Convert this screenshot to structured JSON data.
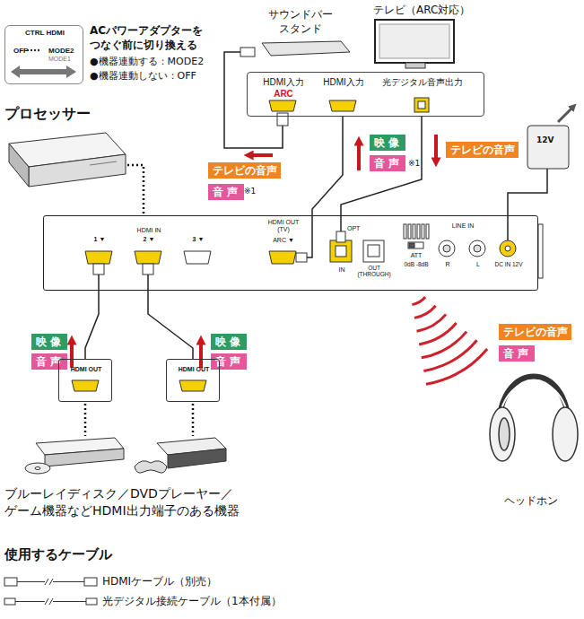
{
  "diagram": {
    "nodes": [
      {
        "text": [
          "CTRL HDMI",
          "OFF",
          "MODE2",
          "MODE1"
        ]
      },
      {
        "text": [
          "HDMI入力",
          "ARC",
          "HDMI入力",
          "光デジタル音声出力"
        ]
      },
      {
        "text": [
          "テレビの音声"
        ]
      },
      {
        "text": [
          "音声"
        ]
      },
      {
        "text": [
          "映像"
        ]
      },
      {
        "text": [
          "音声"
        ]
      },
      {
        "text": [
          "テレビの音声"
        ]
      },
      {
        "text": [
          "1 ▼",
          "HDMI IN",
          "2 ▼",
          "3 ▼",
          "HDMI OUT (TV)",
          "ARC ▼",
          "OPT",
          "IN",
          "OUT (THROUGH)",
          "ATT",
          "0dB -8dB",
          "LINE IN",
          "R",
          "L",
          "DC IN 12V"
        ]
      },
      {
        "text": [
          "映像"
        ]
      },
      {
        "text": [
          "音声"
        ]
      },
      {
        "text": [
          "映像"
        ]
      },
      {
        "text": [
          "音声"
        ]
      },
      {
        "text": [
          "HDMI OUT"
        ]
      },
      {
        "text": [
          "HDMI OUT"
        ]
      },
      {
        "text": [
          "テレビの音声"
        ]
      },
      {
        "text": [
          "音声"
        ]
      }
    ],
    "edges": [
      {
        "from": 1,
        "to": 7,
        "arrow": "none"
      },
      {
        "from": 1,
        "to": 7,
        "arrow": "none"
      },
      {
        "from": 12,
        "to": 7,
        "arrow": "none"
      },
      {
        "from": 13,
        "to": 7,
        "arrow": "none"
      }
    ],
    "labels": [
      "ACパワーアダプターを つなぐ前に切り換える",
      "●機器連動する：MODE2",
      "●機器連動しない：OFF",
      "サウンドバー スタンド",
      "テレビ（ARC対応）",
      "プロセッサー",
      "※1",
      "※1",
      "12V",
      "ブルーレイディスク／DVDプレーヤー／ ゲーム機器などHDMI出力端子のある機器",
      "ヘッドホン",
      "使用するケーブル"
    ],
    "legend": [
      {
        "text": "HDMIケーブル（別売）"
      },
      {
        "text": "光デジタル接続ケーブル（1本付属）"
      }
    ]
  }
}
